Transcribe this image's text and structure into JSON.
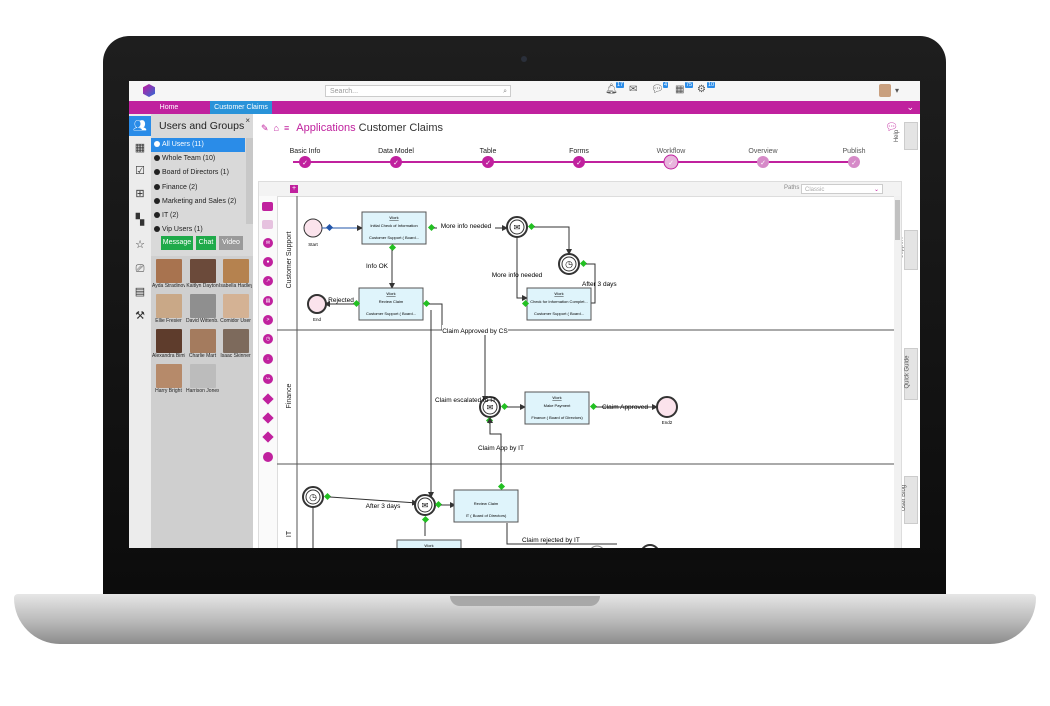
{
  "topbar": {
    "search_placeholder": "Search...",
    "badges": {
      "notifications": "17",
      "messages": "4",
      "calendar": "75",
      "settings": "10"
    }
  },
  "nav": {
    "tabs": [
      {
        "label": "Home"
      },
      {
        "label": "Customer Claims"
      }
    ]
  },
  "sidebar": {
    "title": "Users and Groups",
    "groups": [
      {
        "label": "All Users (11)"
      },
      {
        "label": "Whole Team (10)"
      },
      {
        "label": "Board of Directors (1)"
      },
      {
        "label": "Finance (2)"
      },
      {
        "label": "Marketing and Sales (2)"
      },
      {
        "label": "IT (2)"
      },
      {
        "label": "Vip Users (1)"
      }
    ],
    "buttons": {
      "message": "Message",
      "chat": "Chat",
      "video": "Video"
    },
    "users": [
      {
        "name": "Ayda Stradinov..."
      },
      {
        "name": "Kaitlyn Dayton"
      },
      {
        "name": "Isabella Hadley"
      },
      {
        "name": "Ellie Fresier"
      },
      {
        "name": "David Wittenb..."
      },
      {
        "name": "Comidor User"
      },
      {
        "name": "Alexandra Bimle..."
      },
      {
        "name": "Charlie Mart"
      },
      {
        "name": "Isaac Skinner"
      },
      {
        "name": "Harry Bright"
      },
      {
        "name": "Harrison Jones"
      }
    ]
  },
  "breadcrumb": {
    "section": "Applications",
    "page": "Customer Claims"
  },
  "right_tabs": {
    "help": "Help",
    "support": "Support",
    "quick_guide": "Quick Guide",
    "user_blog": "User Blog"
  },
  "wizard": {
    "steps": [
      {
        "label": "Basic Info"
      },
      {
        "label": "Data Model"
      },
      {
        "label": "Table"
      },
      {
        "label": "Forms"
      },
      {
        "label": "Workflow"
      },
      {
        "label": "Overview"
      },
      {
        "label": "Publish"
      }
    ],
    "active_step": "Workflow"
  },
  "diagram": {
    "paths_label": "Paths",
    "paths_value": "Classic",
    "lanes": [
      {
        "label": "Customer Support"
      },
      {
        "label": "Finance"
      },
      {
        "label": "IT"
      }
    ],
    "events": {
      "start": "Start",
      "end1": "End",
      "end2": "End2"
    },
    "tasks": {
      "work_tag": "Work",
      "t1_title": "Initial Check of Information",
      "t1_assignee": "Customer Support ( Board...",
      "t2_title": "Review Claim",
      "t2_assignee": "Customer Support ( Board...",
      "t3_title": "Check for Information Complet...",
      "t3_assignee": "Customer Support ( Board...",
      "t4_title": "Make Payment",
      "t4_assignee": "Finance ( Board of Directors)",
      "t5_title": "Review Claim",
      "t5_assignee": "IT ( Board of Directors)",
      "t6_tag": "Work"
    },
    "flows": {
      "more_info": "More info needed",
      "info_ok": "Info OK",
      "more_info2": "More info needed",
      "after3": "After 3 days",
      "rejected": "Rejected",
      "approved_cs": "Claim Approved by CS",
      "escalated": "Claim escalated to IT",
      "approved": "Claim Approved",
      "app_it": "Claim App by IT",
      "after3b": "After 3 days",
      "rejected_it": "Claim rejected by IT"
    }
  },
  "colors": {
    "brand": "#c0219e",
    "accent": "#2a8ce8",
    "task_fill": "#dff4fb",
    "gateway": "#22c022"
  }
}
